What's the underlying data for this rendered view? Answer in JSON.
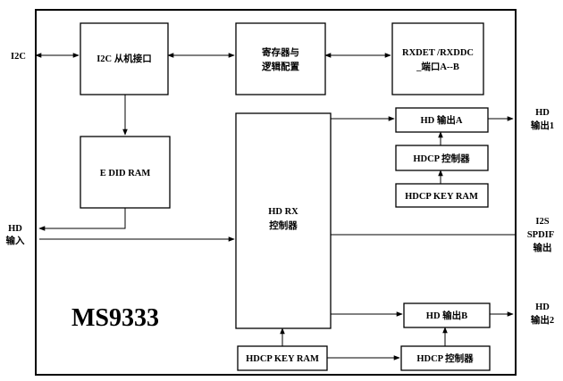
{
  "chip_name": "MS9333",
  "blocks": {
    "i2c_slave": "I2C 从机接口",
    "registers": [
      "寄存器与",
      "逻辑配置"
    ],
    "rxdet": [
      "RXDET /RXDDC",
      "_端口A--B"
    ],
    "edid_ram": "E DID RAM",
    "hd_rx": [
      "HD RX",
      "控制器"
    ],
    "hd_out_a": "HD 输出A",
    "hdcp_ctrl_a": "HDCP 控制器",
    "hdcp_key_ram_a": "HDCP KEY RAM",
    "hd_out_b": "HD 输出B",
    "hdcp_key_ram_b": "HDCP KEY RAM",
    "hdcp_ctrl_b": "HDCP 控制器"
  },
  "ports": {
    "i2c": "I2C",
    "hd_in": [
      "HD",
      "输入"
    ],
    "hd_out1": [
      "HD",
      "输出1"
    ],
    "i2s_spdif_out": [
      "I2S",
      "SPDIF",
      "输出"
    ],
    "hd_out2": [
      "HD",
      "输出2"
    ]
  }
}
